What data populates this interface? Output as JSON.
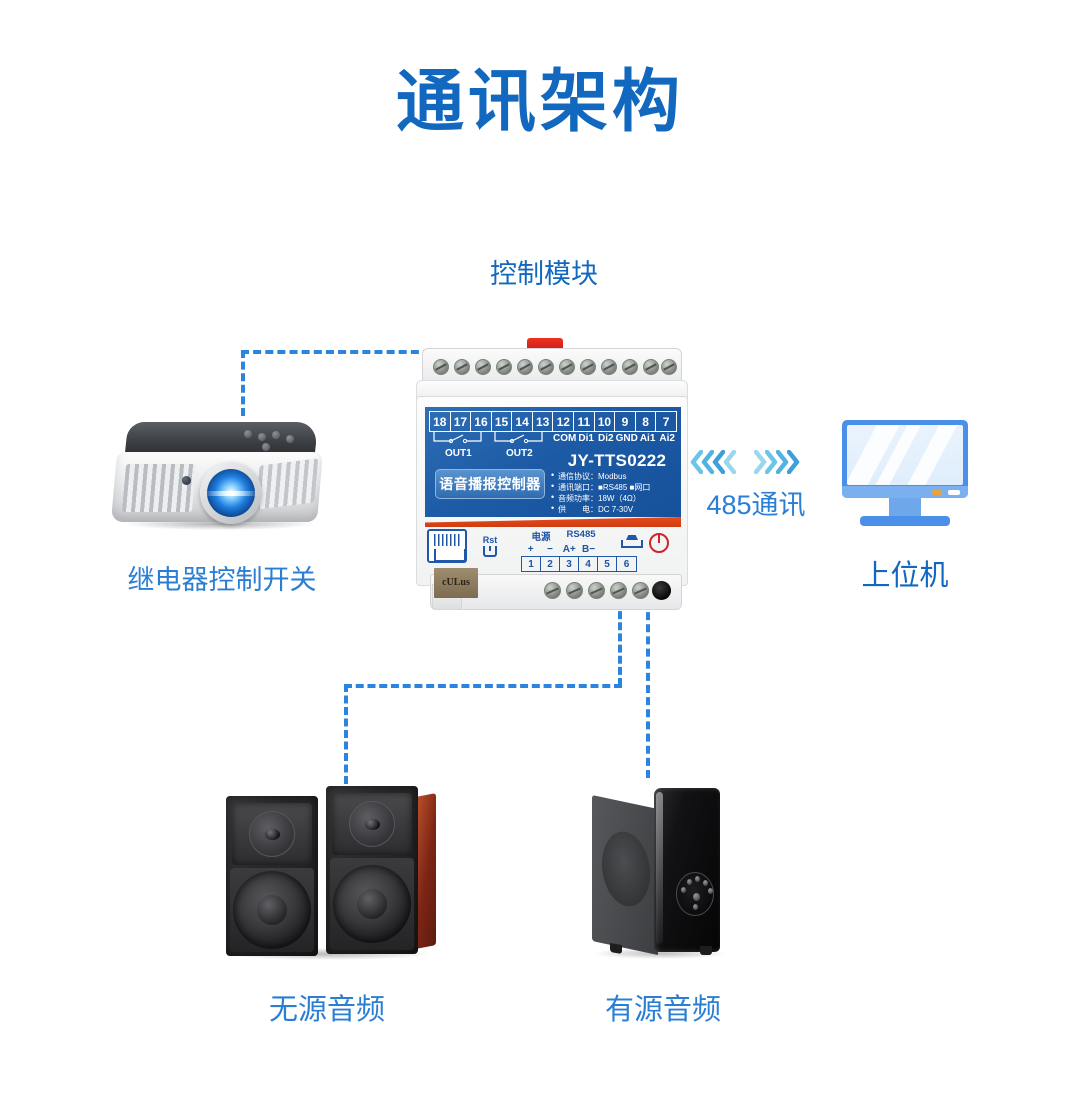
{
  "title": "通讯架构",
  "labels": {
    "control_module": "控制模块",
    "relay_switch": "继电器控制开关",
    "host_computer": "上位机",
    "passive_audio": "无源音频",
    "active_audio": "有源音频",
    "comm_485": "485通讯"
  },
  "device": {
    "model": "JY-TTS0222",
    "product_name": "语音播报控制器",
    "terminal_numbers": [
      "18",
      "17",
      "16",
      "15",
      "14",
      "13",
      "12",
      "11",
      "10",
      "9",
      "8",
      "7"
    ],
    "relay_labels": [
      "OUT1",
      "OUT2"
    ],
    "io_labels": [
      "COM",
      "Di1",
      "Di2",
      "GND",
      "Ai1",
      "Ai2"
    ],
    "specs": [
      "通信协议：Modbus",
      "通讯端口：■RS485 ■网口",
      "音频功率：18W（4Ω）",
      "供　　电：DC 7-30V"
    ],
    "bottom": {
      "reset_label": "Rst",
      "power_group": "电源",
      "rs485_group": "RS485",
      "signs": [
        "+",
        "−",
        "A+",
        "B−",
        "",
        ""
      ],
      "numbers": [
        "1",
        "2",
        "3",
        "4",
        "5",
        "6"
      ],
      "ul_mark": "cULus"
    }
  },
  "colors": {
    "title_blue": "#1268be",
    "caption_blue": "#2a7fd4",
    "dash_blue": "#2b85df",
    "device_blue": "#1d5ba6",
    "device_orange": "#e84a1c",
    "accent_red": "#d0242a"
  },
  "icons": {
    "chevron_left": "chevron-left-icon",
    "chevron_right": "chevron-right-icon",
    "monitor": "monitor-icon",
    "rj45": "rj45-port-icon",
    "speaker": "speaker-terminal-icon",
    "power": "power-logo-icon"
  }
}
